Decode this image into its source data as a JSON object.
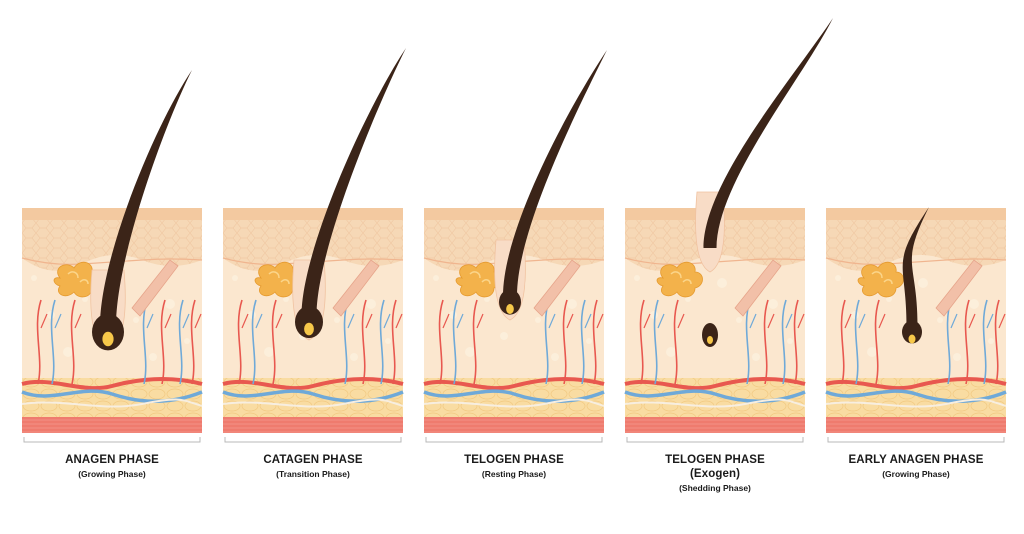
{
  "colors": {
    "epidermis": "#f6d8b6",
    "epidermis_top": "#f3c9a0",
    "dermis": "#fbe7cf",
    "fat": "#f9dca2",
    "muscle": "#ef7b6e",
    "vein": "#6fa9d8",
    "artery": "#e8584f",
    "hair": "#3b2418",
    "gland": "#f3b24b",
    "bracket": "#b9b9b9"
  },
  "phases": [
    {
      "title": "ANAGEN PHASE",
      "subtitle": "(Growing Phase)",
      "stage": "anagen"
    },
    {
      "title": "CATAGEN PHASE",
      "subtitle": "(Transition Phase)",
      "stage": "catagen"
    },
    {
      "title": "TELOGEN PHASE",
      "subtitle": "(Resting Phase)",
      "stage": "telogen"
    },
    {
      "title": "TELOGEN PHASE",
      "title2": "(Exogen)",
      "subtitle": "(Shedding Phase)",
      "stage": "exogen"
    },
    {
      "title": "EARLY ANAGEN PHASE",
      "subtitle": "(Growing Phase)",
      "stage": "early-anagen"
    }
  ]
}
